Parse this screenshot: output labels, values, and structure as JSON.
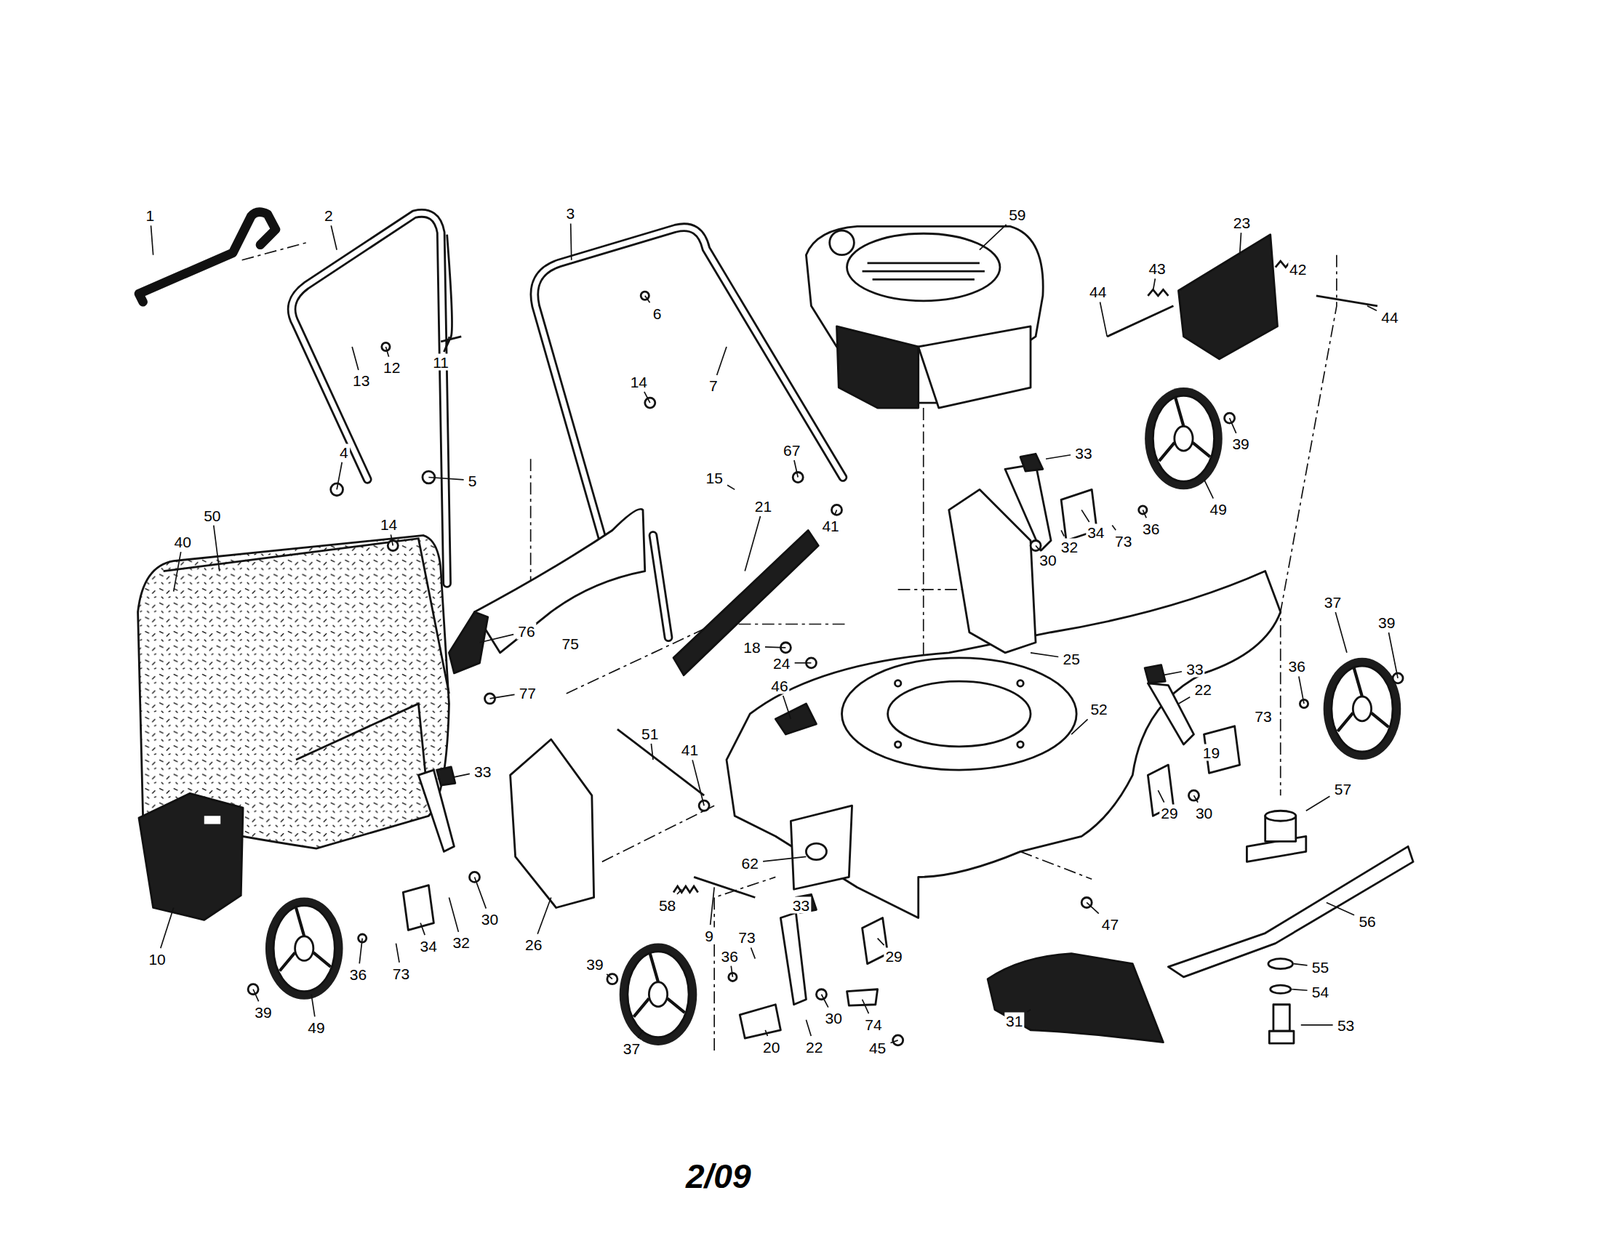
{
  "diagram": {
    "labels": [
      "1",
      "2",
      "3",
      "59",
      "23",
      "42",
      "43",
      "44",
      "44",
      "6",
      "12",
      "11",
      "13",
      "7",
      "14",
      "4",
      "5",
      "67",
      "33",
      "39",
      "15",
      "21",
      "41",
      "49",
      "50",
      "40",
      "14",
      "36",
      "73",
      "34",
      "32",
      "30",
      "76",
      "75",
      "37",
      "39",
      "18",
      "24",
      "46",
      "25",
      "33",
      "22",
      "77",
      "52",
      "36",
      "73",
      "19",
      "33",
      "41",
      "51",
      "29",
      "30",
      "57",
      "62",
      "56",
      "30",
      "32",
      "34",
      "26",
      "9",
      "58",
      "33",
      "47",
      "10",
      "36",
      "73",
      "39",
      "73",
      "36",
      "29",
      "49",
      "39",
      "37",
      "20",
      "22",
      "30",
      "74",
      "45",
      "31",
      "55",
      "54",
      "53",
      "2/09"
    ]
  }
}
